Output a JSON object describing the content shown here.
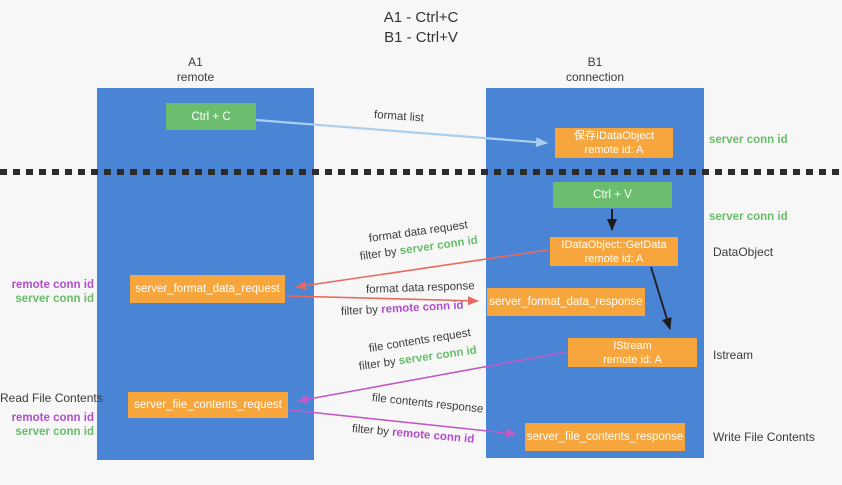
{
  "title": {
    "line1": "A1 - Ctrl+C",
    "line2": "B1 - Ctrl+V"
  },
  "columns": {
    "left": {
      "name": "A1",
      "subtitle": "remote"
    },
    "right": {
      "name": "B1",
      "subtitle": "connection"
    }
  },
  "nodes": {
    "ctrl_c": {
      "label": "Ctrl + C"
    },
    "save_dataobject": {
      "line1": "保存IDataObject",
      "line2": "remote id: A"
    },
    "ctrl_v": {
      "label": "Ctrl + V"
    },
    "getdata": {
      "line1": "IDataObject::GetData",
      "line2": "remote id: A"
    },
    "format_request": {
      "label": "server_format_data_request"
    },
    "format_response": {
      "label": "server_format_data_response"
    },
    "istream": {
      "line1": "IStream",
      "line2": "remote id: A"
    },
    "file_request": {
      "label": "server_file_contents_request"
    },
    "file_response": {
      "label": "server_file_contents_response"
    }
  },
  "edge_labels": {
    "format_list": "format list",
    "format_data_request": "format data request",
    "format_data_request_filter_prefix": "filter by ",
    "format_data_request_filter_value": "server conn id",
    "format_data_response": "format data response",
    "format_data_response_filter_prefix": "filter by ",
    "format_data_response_filter_value": "remote conn id",
    "file_contents_request": "file contents request",
    "file_contents_request_filter_prefix": "filter by ",
    "file_contents_request_filter_value": "server conn id",
    "file_contents_response": "file contents response",
    "file_contents_response_filter_prefix": "filter by ",
    "file_contents_response_filter_value": "remote conn id"
  },
  "side_labels": {
    "right_server_conn_top": "server conn id",
    "right_server_conn_mid": "server conn id",
    "right_dataobject": "DataObject",
    "right_istream": "Istream",
    "right_write_file": "Write File Contents",
    "left_remote_conn_1": "remote conn id",
    "left_server_conn_1": "server conn id",
    "left_read_file": "Read File Contents",
    "left_remote_conn_2": "remote conn id",
    "left_server_conn_2": "server conn id"
  },
  "colors": {
    "column_blue": "#4a84d5",
    "box_green": "#6cbe6e",
    "box_orange": "#f7a63d",
    "arrow_light_blue": "#aacfee",
    "arrow_red": "#e8695e",
    "arrow_magenta": "#c05ac4",
    "arrow_black": "#1c1c1c",
    "text_green": "#68bd6a",
    "text_purple": "#b04fc8",
    "text_dark": "#3b3b3b",
    "background": "#f7f7f7"
  }
}
